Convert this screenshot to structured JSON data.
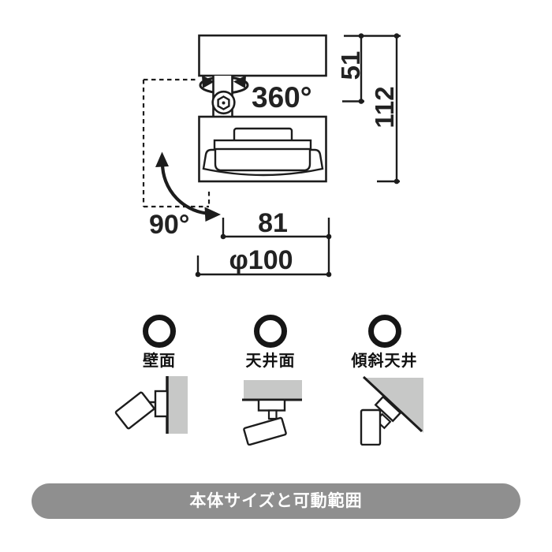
{
  "dimensions": {
    "swivel_rotation": "360°",
    "tilt_rotation": "90°",
    "upper_height": "51",
    "total_height": "112",
    "head_width": "81",
    "base_diameter": "φ100"
  },
  "mounting_options": [
    {
      "id": "wall",
      "icon": "ring-icon",
      "label": "壁面"
    },
    {
      "id": "ceiling",
      "icon": "ring-icon",
      "label": "天井面"
    },
    {
      "id": "sloped-ceiling",
      "icon": "ring-icon",
      "label": "傾斜天井"
    }
  ],
  "caption": {
    "label": "本体サイズと可動範囲"
  },
  "colors": {
    "line": "#1c1c1c",
    "dimension_text": "#222222",
    "surface_gray": "#c7c8c7",
    "caption_bg": "#8f8f8f",
    "caption_text": "#ffffff"
  }
}
